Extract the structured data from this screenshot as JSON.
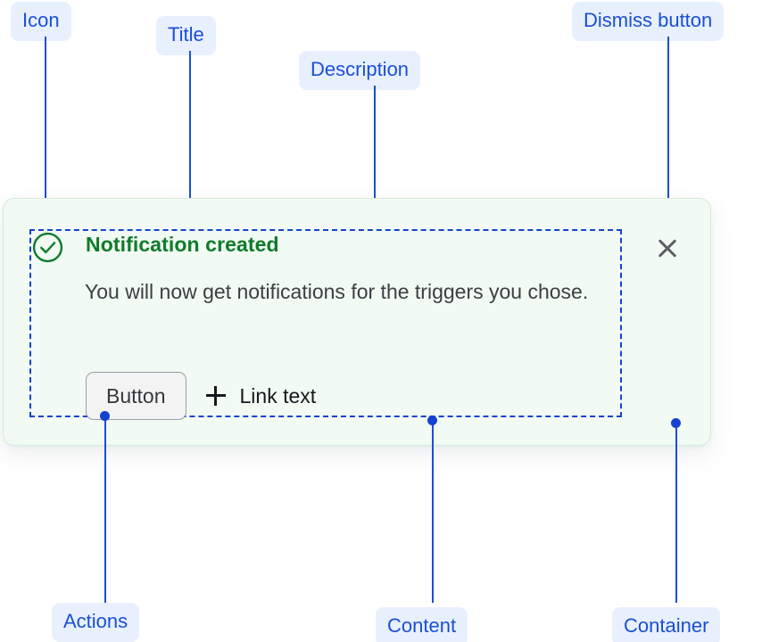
{
  "colors": {
    "annotation_text": "#1a4fd6",
    "annotation_pill_bg": "#e8f0fe",
    "leader_line": "#1543cf",
    "card_bg": "#f1faf3",
    "card_border": "#d5ecdc",
    "title_green": "#0f7b2a",
    "description_gray": "#3b4043",
    "dismiss_gray": "#5a5f63",
    "button_bg": "#f3f3f3",
    "button_border": "#9aa0a6"
  },
  "annotations": {
    "icon": {
      "label": "Icon"
    },
    "title": {
      "label": "Title"
    },
    "description": {
      "label": "Description"
    },
    "dismiss_button": {
      "label": "Dismiss button"
    },
    "actions": {
      "label": "Actions"
    },
    "content": {
      "label": "Content"
    },
    "container": {
      "label": "Container"
    }
  },
  "notification": {
    "icon": "success-check-circle-icon",
    "title": "Notification created",
    "description": "You will now get notifications for the triggers you chose.",
    "actions": {
      "button_label": "Button",
      "link_icon": "plus-icon",
      "link_label": "Link text"
    },
    "dismiss_icon": "close-x-icon"
  }
}
